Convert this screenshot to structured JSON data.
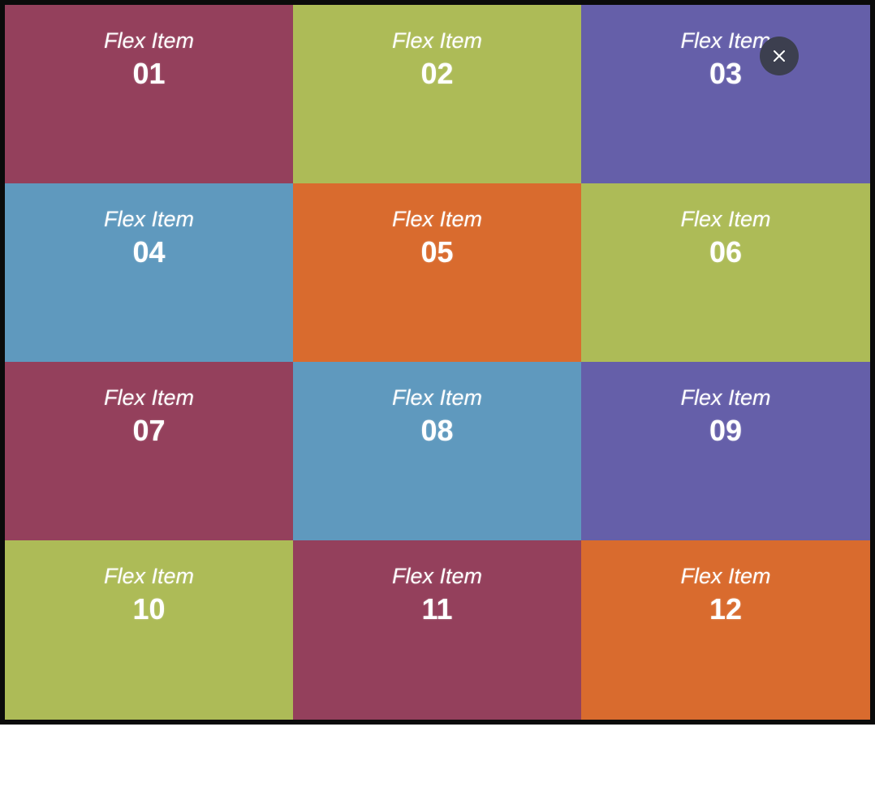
{
  "items": [
    {
      "label": "Flex Item",
      "number": "01",
      "color": "#94405c"
    },
    {
      "label": "Flex Item",
      "number": "02",
      "color": "#adbb57"
    },
    {
      "label": "Flex Item",
      "number": "03",
      "color": "#655fa9"
    },
    {
      "label": "Flex Item",
      "number": "04",
      "color": "#5f99be"
    },
    {
      "label": "Flex Item",
      "number": "05",
      "color": "#d96b2e"
    },
    {
      "label": "Flex Item",
      "number": "06",
      "color": "#adbb57"
    },
    {
      "label": "Flex Item",
      "number": "07",
      "color": "#94405c"
    },
    {
      "label": "Flex Item",
      "number": "08",
      "color": "#5f99be"
    },
    {
      "label": "Flex Item",
      "number": "09",
      "color": "#655fa9"
    },
    {
      "label": "Flex Item",
      "number": "10",
      "color": "#adbb57"
    },
    {
      "label": "Flex Item",
      "number": "11",
      "color": "#94405c"
    },
    {
      "label": "Flex Item",
      "number": "12",
      "color": "#d96b2e"
    }
  ],
  "close_button": {
    "icon": "close-icon"
  }
}
